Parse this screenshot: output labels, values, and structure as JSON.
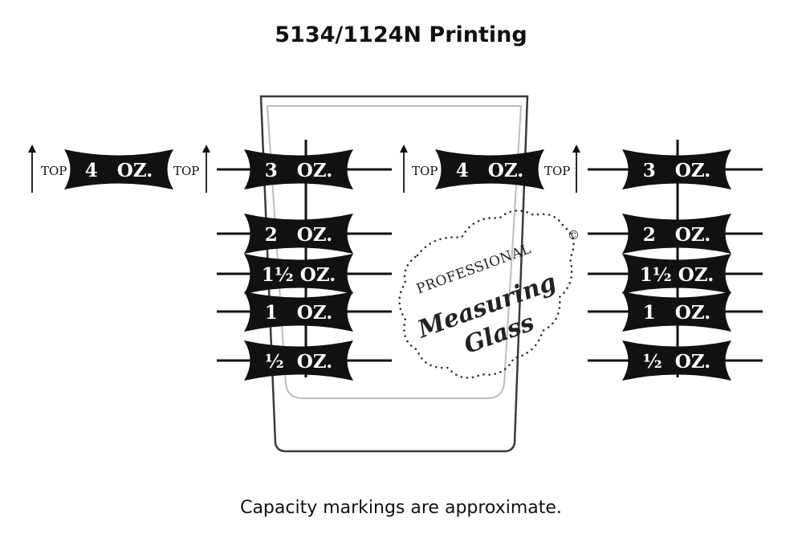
{
  "title": "5134/1124N Printing",
  "footnote": "Capacity markings are approximate.",
  "top_label": "TOP",
  "four_oz_label": "4   OZ.",
  "scale_labels": {
    "three": "3   OZ.",
    "two": "2   OZ.",
    "one_half_plus": "1½ OZ.",
    "one": "1   OZ.",
    "half": "½  OZ."
  },
  "logo": {
    "line1": "PROFESSIONAL",
    "line2": "Measuring",
    "line3": "Glass",
    "copyright": "©"
  }
}
